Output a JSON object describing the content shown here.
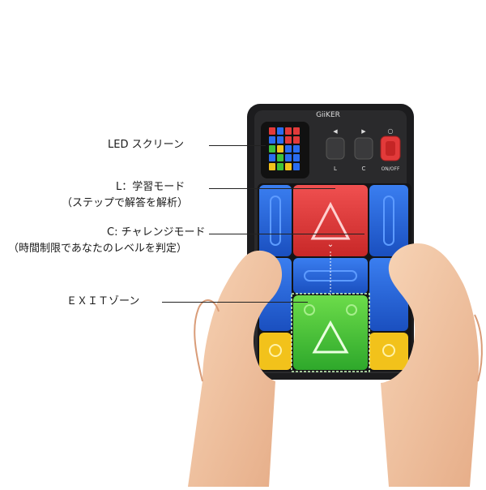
{
  "device": {
    "brand": "GiiKER",
    "buttons": [
      {
        "arrow": "◀",
        "letter": "L"
      },
      {
        "arrow": "▶",
        "letter": "C"
      },
      {
        "arrow": "○",
        "letter": "ON/OFF"
      }
    ]
  },
  "callouts": {
    "led": "LED スクリーン",
    "learn_line1": "L：学習モード",
    "learn_line2": "（ステップで解答を解析）",
    "challenge_line1": "C: チャレンジモード",
    "challenge_line2": "（時間制限であなたのレベルを判定）",
    "exit": "ＥＸＩＴゾーン"
  },
  "colors": {
    "body": "#1c1c1e",
    "blue": "#1f5fd6",
    "red": "#e23a3a",
    "green": "#3fc23a",
    "yellow": "#f2c21b",
    "skin": "#f3c9a8"
  }
}
